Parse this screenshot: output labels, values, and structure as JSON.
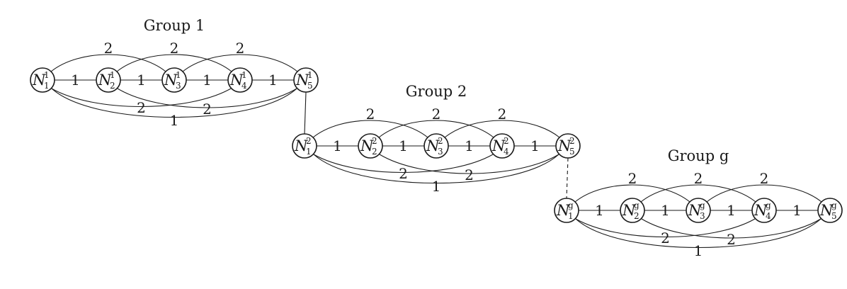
{
  "groups": [
    {
      "title": "Group 1",
      "nodes": [
        {
          "base": "N",
          "sub": "1",
          "sup": "1"
        },
        {
          "base": "N",
          "sub": "2",
          "sup": "1"
        },
        {
          "base": "N",
          "sub": "3",
          "sup": "1"
        },
        {
          "base": "N",
          "sub": "4",
          "sup": "1"
        },
        {
          "base": "N",
          "sub": "5",
          "sup": "1"
        }
      ],
      "adjacent_weight": "1",
      "skip_one_weight": "2",
      "lower_weight_a": "2",
      "lower_weight_b": "2",
      "bottom_weight": "1"
    },
    {
      "title": "Group 2",
      "nodes": [
        {
          "base": "N",
          "sub": "1",
          "sup": "2"
        },
        {
          "base": "N",
          "sub": "2",
          "sup": "2"
        },
        {
          "base": "N",
          "sub": "3",
          "sup": "2"
        },
        {
          "base": "N",
          "sub": "4",
          "sup": "2"
        },
        {
          "base": "N",
          "sub": "5",
          "sup": "2"
        }
      ],
      "adjacent_weight": "1",
      "skip_one_weight": "2",
      "lower_weight_a": "2",
      "lower_weight_b": "2",
      "bottom_weight": "1"
    },
    {
      "title": "Group g",
      "nodes": [
        {
          "base": "N",
          "sub": "1",
          "sup": "g"
        },
        {
          "base": "N",
          "sub": "2",
          "sup": "g"
        },
        {
          "base": "N",
          "sub": "3",
          "sup": "g"
        },
        {
          "base": "N",
          "sub": "4",
          "sup": "g"
        },
        {
          "base": "N",
          "sub": "5",
          "sup": "g"
        }
      ],
      "adjacent_weight": "1",
      "skip_one_weight": "2",
      "lower_weight_a": "2",
      "lower_weight_b": "2",
      "bottom_weight": "1"
    }
  ],
  "inter_group_links": [
    {
      "from": "N_5^1",
      "to": "N_1^2",
      "style": "solid"
    },
    {
      "from": "N_5^2",
      "to": "N_1^g",
      "style": "dashed"
    }
  ]
}
